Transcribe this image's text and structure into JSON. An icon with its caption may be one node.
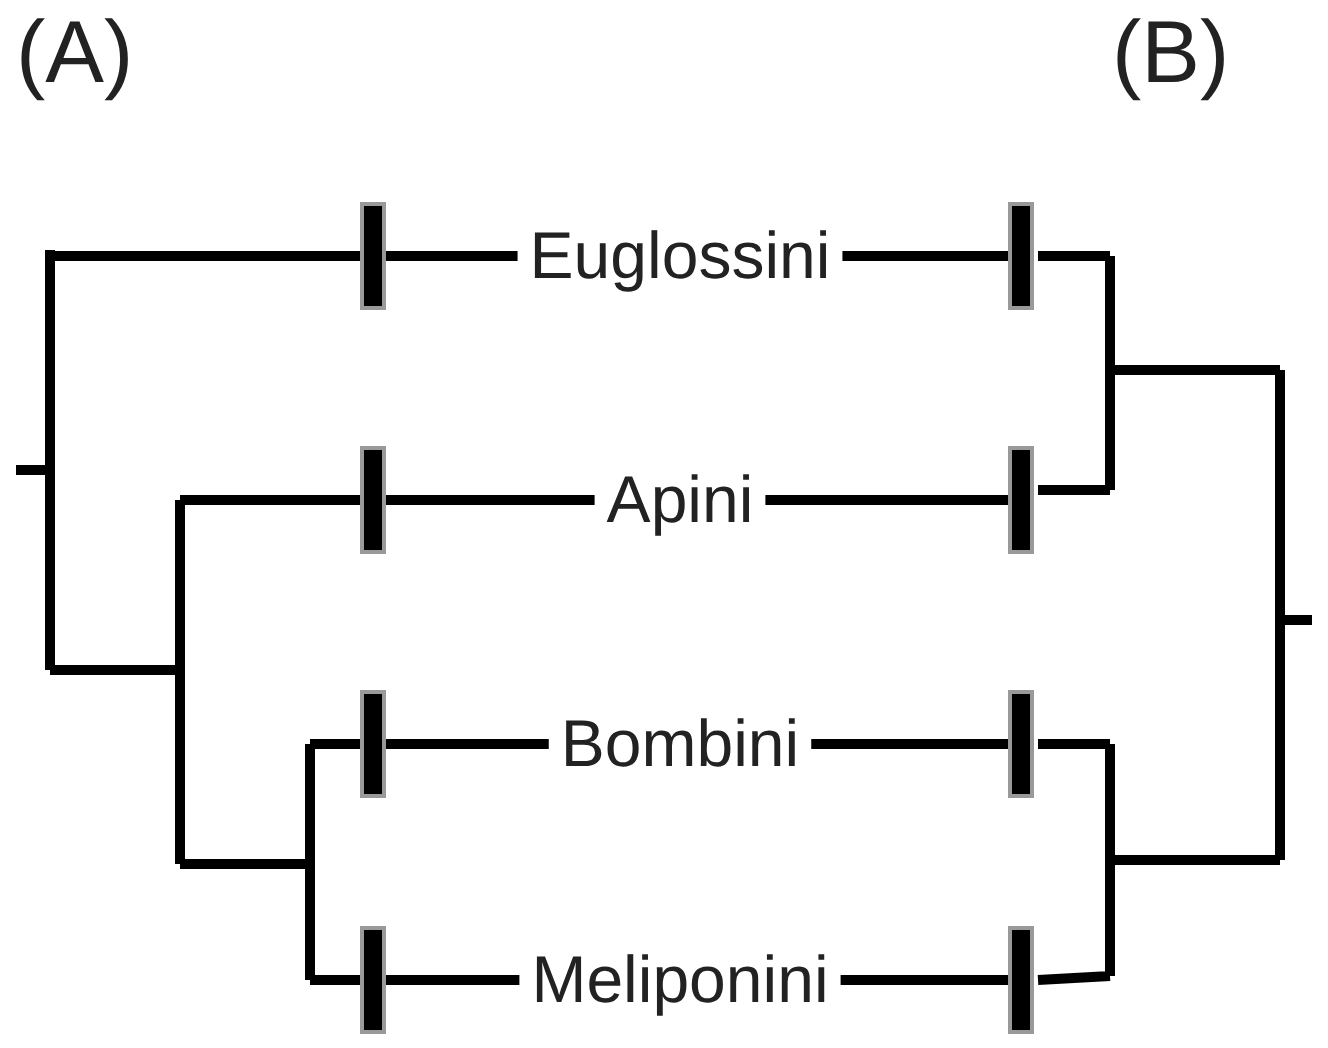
{
  "diagram": {
    "nodes": [
      {
        "text": [],
        "shape": "bar"
      },
      {
        "text": [
          "Euglossini"
        ]
      },
      {
        "text": [],
        "shape": "bar"
      },
      {
        "text": [],
        "shape": "bar"
      },
      {
        "text": [
          "Apini"
        ]
      },
      {
        "text": [],
        "shape": "bar"
      },
      {
        "text": [],
        "shape": "bar"
      },
      {
        "text": [
          "Bombini"
        ]
      },
      {
        "text": [],
        "shape": "bar"
      },
      {
        "text": [],
        "shape": "bar"
      },
      {
        "text": [
          "Meliponini"
        ]
      },
      {
        "text": [],
        "shape": "bar"
      }
    ],
    "edges": [
      {
        "from": 0,
        "to": 1,
        "arrow": "none"
      },
      {
        "from": 1,
        "to": 2,
        "arrow": "none"
      },
      {
        "from": 3,
        "to": 4,
        "arrow": "none"
      },
      {
        "from": 4,
        "to": 5,
        "arrow": "none"
      },
      {
        "from": 6,
        "to": 7,
        "arrow": "none"
      },
      {
        "from": 7,
        "to": 8,
        "arrow": "none"
      },
      {
        "from": 9,
        "to": 10,
        "arrow": "none"
      },
      {
        "from": 10,
        "to": 11,
        "arrow": "none"
      }
    ],
    "labels": [
      "(A)",
      "(B)"
    ]
  }
}
